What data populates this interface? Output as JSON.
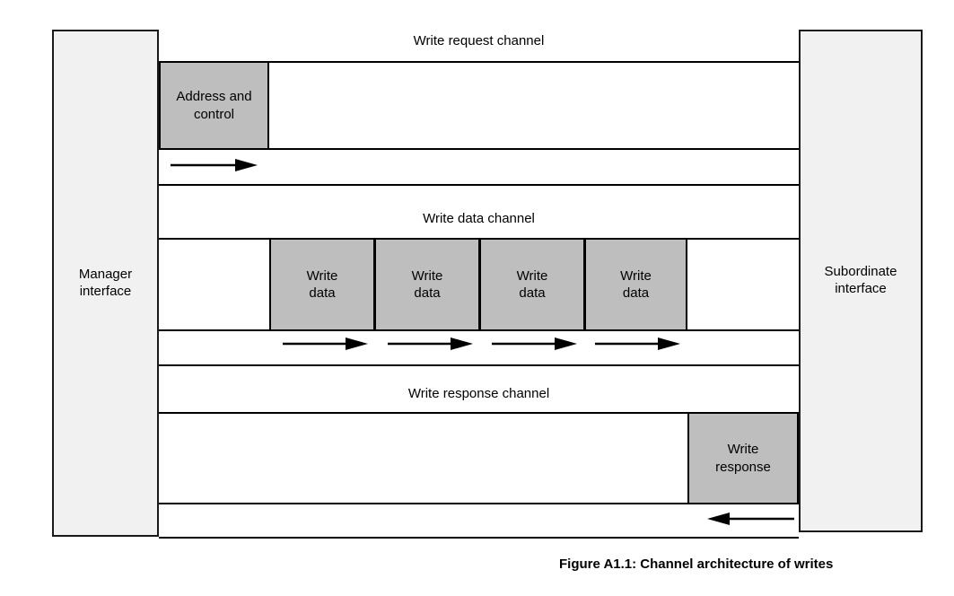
{
  "figure": {
    "caption": "Figure A1.1: Channel architecture of writes",
    "colors": {
      "payload_fill": "#bebebe",
      "interface_fill": "#f1f1f1",
      "line": "#000000",
      "background": "#ffffff"
    }
  },
  "interfaces": {
    "left": {
      "label": "Manager\ninterface"
    },
    "right": {
      "label": "Subordinate\ninterface"
    }
  },
  "channels": [
    {
      "id": "write-request",
      "title": "Write request channel",
      "direction": "right",
      "payloads": [
        {
          "label": "Address and\ncontrol"
        }
      ],
      "arrows": 1
    },
    {
      "id": "write-data",
      "title": "Write data channel",
      "direction": "right",
      "payloads": [
        {
          "label": "Write\ndata"
        },
        {
          "label": "Write\ndata"
        },
        {
          "label": "Write\ndata"
        },
        {
          "label": "Write\ndata"
        }
      ],
      "arrows": 4
    },
    {
      "id": "write-response",
      "title": "Write response channel",
      "direction": "left",
      "payloads": [
        {
          "label": "Write\nresponse"
        }
      ],
      "arrows": 1
    }
  ]
}
